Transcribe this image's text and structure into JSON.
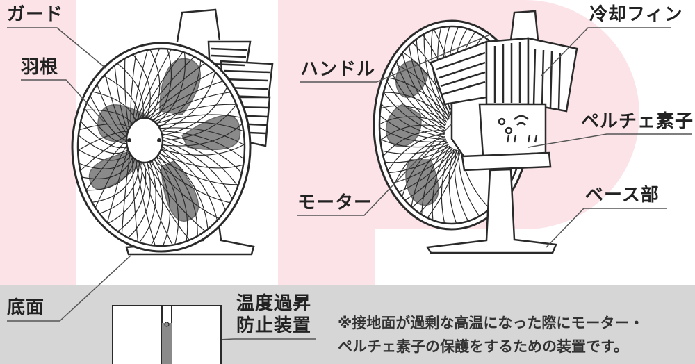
{
  "labels": {
    "guard": "ガード",
    "blade": "羽根",
    "handle": "ハンドル",
    "cooling_fin": "冷却フィン",
    "peltier": "ペルチェ素子",
    "motor": "モーター",
    "base": "ベース部",
    "bottom": "底面",
    "thermal_protector_line1": "温度過昇",
    "thermal_protector_line2": "防止装置"
  },
  "note": {
    "line1": "※接地面が過剰な高温になった際にモーター・",
    "line2": "ペルチェ素子の保護をするための装置です。"
  },
  "colors": {
    "watermark": "#fbe3e8",
    "panel": "#d6d6d6",
    "ink": "#2a2a2a",
    "blade": "#8a8a8a",
    "label": "#222222"
  }
}
